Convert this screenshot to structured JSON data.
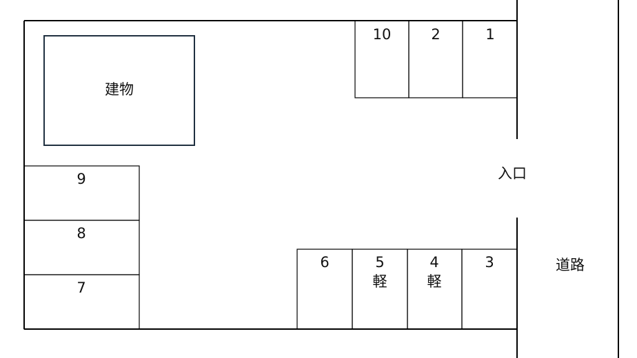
{
  "building": {
    "label": "建物"
  },
  "entrance": {
    "label": "入口"
  },
  "road": {
    "label": "道路"
  },
  "spaces": [
    {
      "number": "10",
      "type": ""
    },
    {
      "number": "2",
      "type": ""
    },
    {
      "number": "1",
      "type": ""
    },
    {
      "number": "9",
      "type": ""
    },
    {
      "number": "8",
      "type": ""
    },
    {
      "number": "7",
      "type": ""
    },
    {
      "number": "6",
      "type": ""
    },
    {
      "number": "5",
      "type": "軽"
    },
    {
      "number": "4",
      "type": "軽"
    },
    {
      "number": "3",
      "type": ""
    }
  ],
  "colors": {
    "line": "#000000",
    "building_border": "#1f2f3f"
  }
}
